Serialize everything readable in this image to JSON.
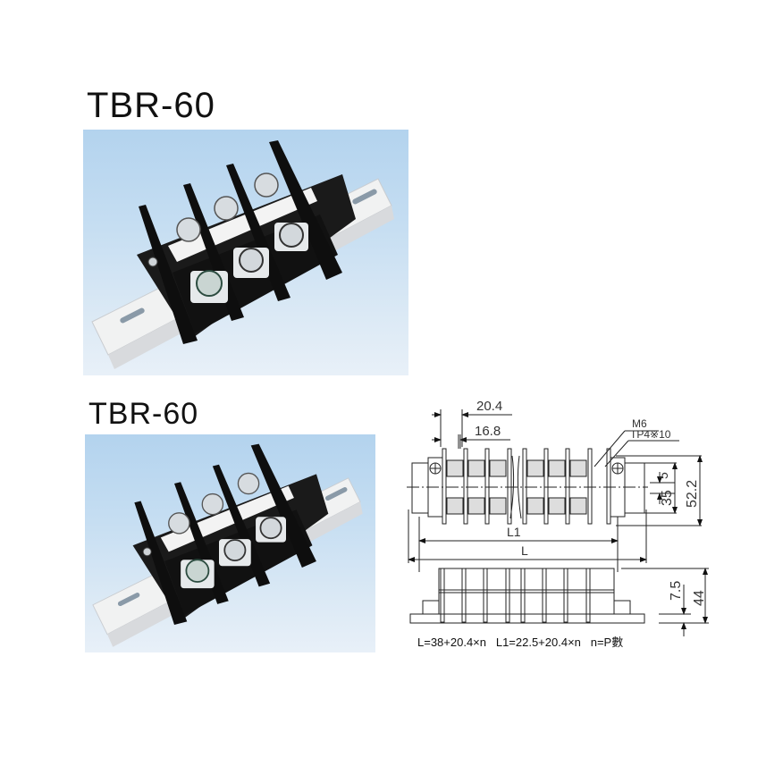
{
  "titles": {
    "product_1": "TBR-60",
    "product_2": "TBR-60"
  },
  "photos": [
    {
      "label": "TBR-60 terminal block on DIN rail (photo 1)",
      "poles": 3
    },
    {
      "label": "TBR-60 terminal block on DIN rail (photo 2)",
      "poles": 3
    }
  ],
  "drawing": {
    "dimensions": {
      "pitch": "20.4",
      "inner_width": "16.8",
      "screw": "M6",
      "screw_spec": "TP4※10",
      "rail_slot": "5",
      "screw_spacing": "35",
      "depth": "52.2",
      "L1": "L1",
      "L": "L",
      "base_height": "7.5",
      "total_height": "44"
    },
    "formula": "L=38+20.4×n   L1=22.5+20.4×n   n=P數"
  },
  "colors": {
    "photo_bg_top": "#b3d3ee",
    "photo_bg_bottom": "#e8f0f8",
    "block_black": "#151515",
    "rail_white": "#f2f2f2",
    "line": "#222222"
  }
}
